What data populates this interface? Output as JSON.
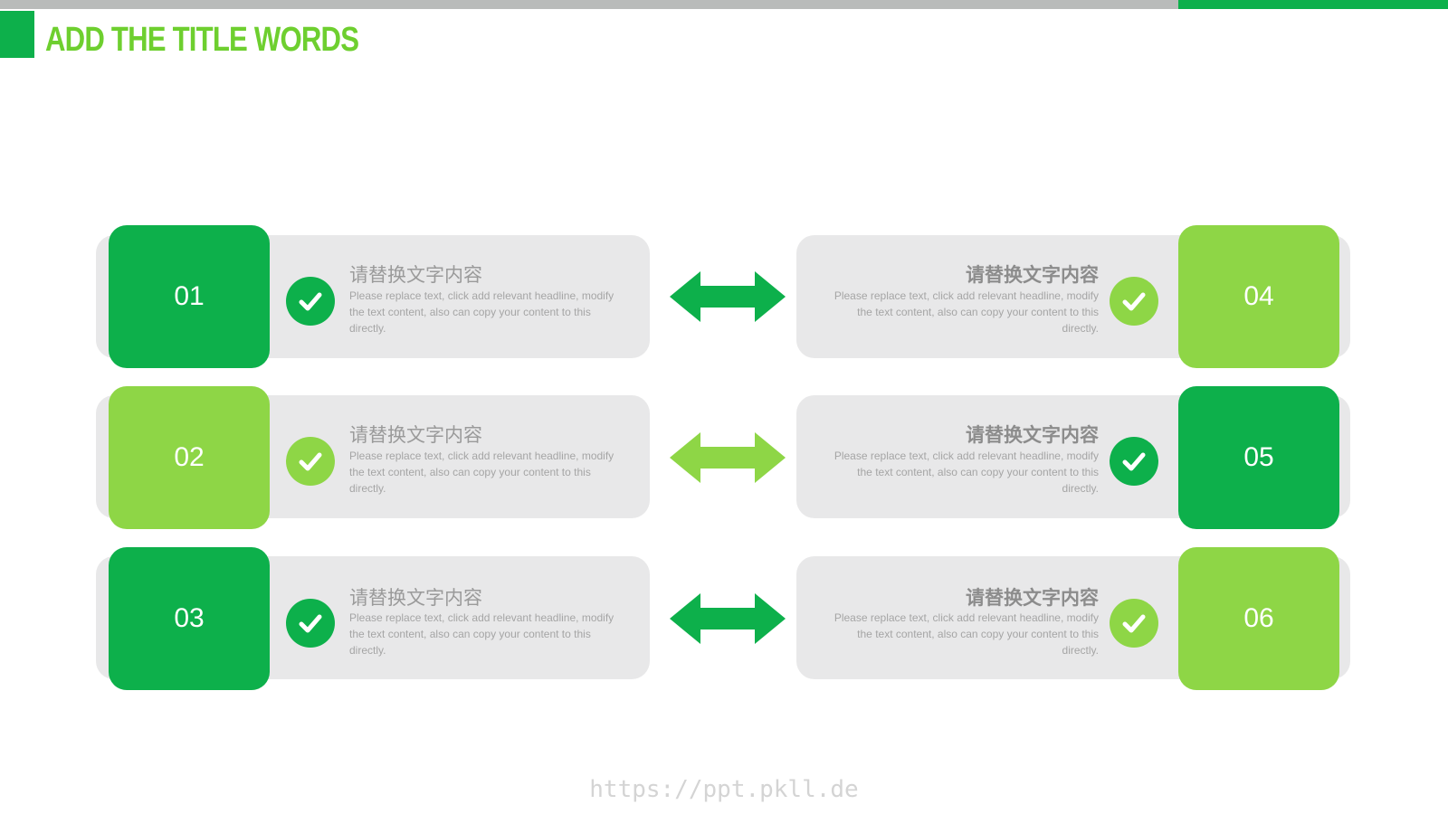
{
  "title": "ADD THE TITLE WORDS",
  "colors": {
    "dark_green": "#0db04b",
    "light_green": "#8ed646",
    "panel_gray": "#e8e8e9",
    "top_gray": "#b9bbba"
  },
  "rows": [
    {
      "left": {
        "number": "01",
        "heading": "请替换文字内容",
        "text": "Please replace text, click add relevant headline, modify the text content, also can copy your content to this directly."
      },
      "right": {
        "number": "04",
        "heading": "请替换文字内容",
        "text": "Please replace text, click add relevant headline, modify the text content, also can copy your content to this directly."
      }
    },
    {
      "left": {
        "number": "02",
        "heading": "请替换文字内容",
        "text": "Please replace text, click add relevant headline, modify the text content, also can copy your content to this directly."
      },
      "right": {
        "number": "05",
        "heading": "请替换文字内容",
        "text": "Please replace text, click add relevant headline, modify the text content, also can copy your content to this directly."
      }
    },
    {
      "left": {
        "number": "03",
        "heading": "请替换文字内容",
        "text": "Please replace text, click add relevant headline, modify the text content, also can copy your content to this directly."
      },
      "right": {
        "number": "06",
        "heading": "请替换文字内容",
        "text": "Please replace text, click add relevant headline, modify the text content, also can copy your content to this directly."
      }
    }
  ],
  "icons": {
    "check": "check-circle-icon",
    "arrow": "double-arrow-icon"
  },
  "footer": {
    "url": "https://ppt.pkll.de"
  }
}
